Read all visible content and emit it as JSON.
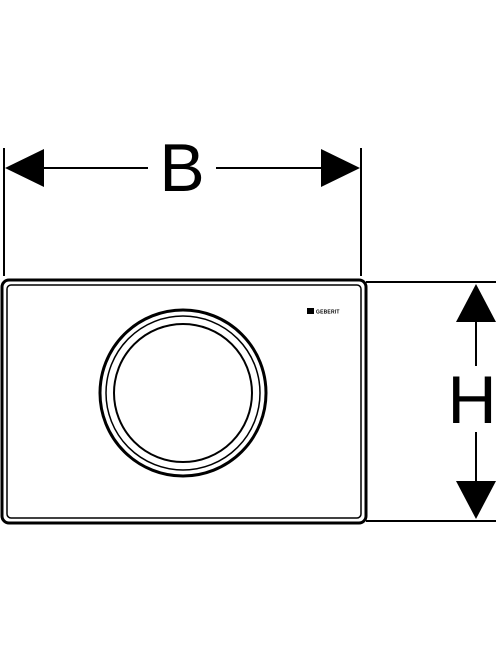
{
  "dimensions": {
    "width_label": "B",
    "height_label": "H"
  },
  "plate": {
    "brand_text": "GEBERIT"
  },
  "colors": {
    "line": "#000000",
    "background": "#ffffff"
  }
}
